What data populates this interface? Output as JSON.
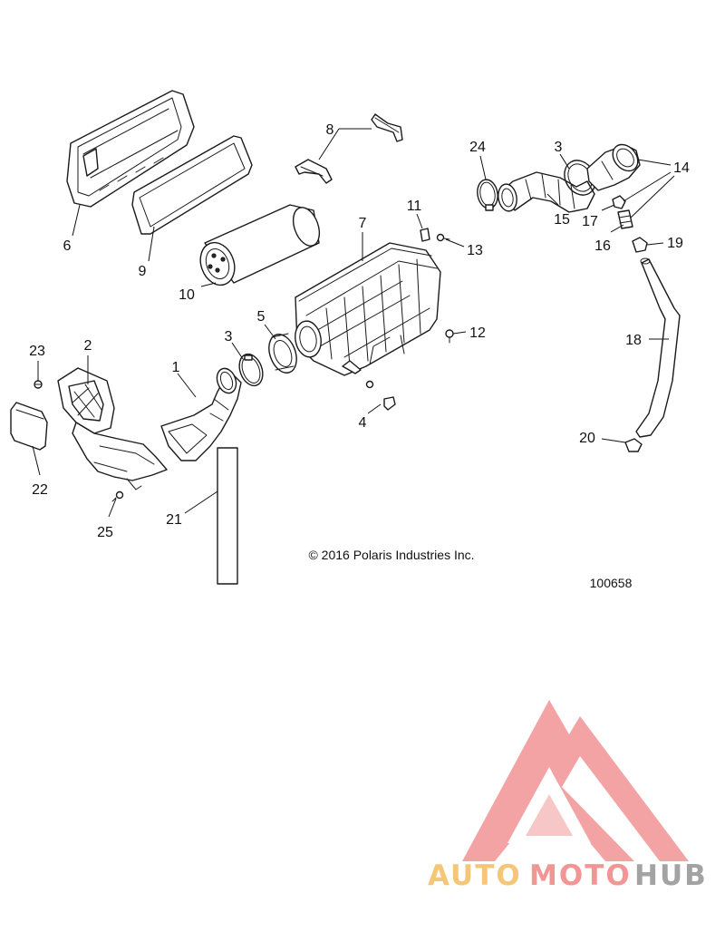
{
  "diagram": {
    "callouts": [
      "1",
      "2",
      "3",
      "3",
      "4",
      "5",
      "6",
      "7",
      "8",
      "9",
      "10",
      "11",
      "12",
      "13",
      "14",
      "15",
      "16",
      "17",
      "18",
      "19",
      "20",
      "21",
      "22",
      "23",
      "24",
      "25"
    ],
    "copyright": "© 2016 Polaris Industries Inc.",
    "figure_number": "100658"
  },
  "watermark": {
    "brand_part1": "AUTO",
    "brand_part2": "MOTO",
    "brand_part3": "HUB",
    "colors": {
      "auto": "#f5c06a",
      "moto": "#f08a8a",
      "hub": "#9a9a9a",
      "triangle": "#f29a9a"
    }
  }
}
